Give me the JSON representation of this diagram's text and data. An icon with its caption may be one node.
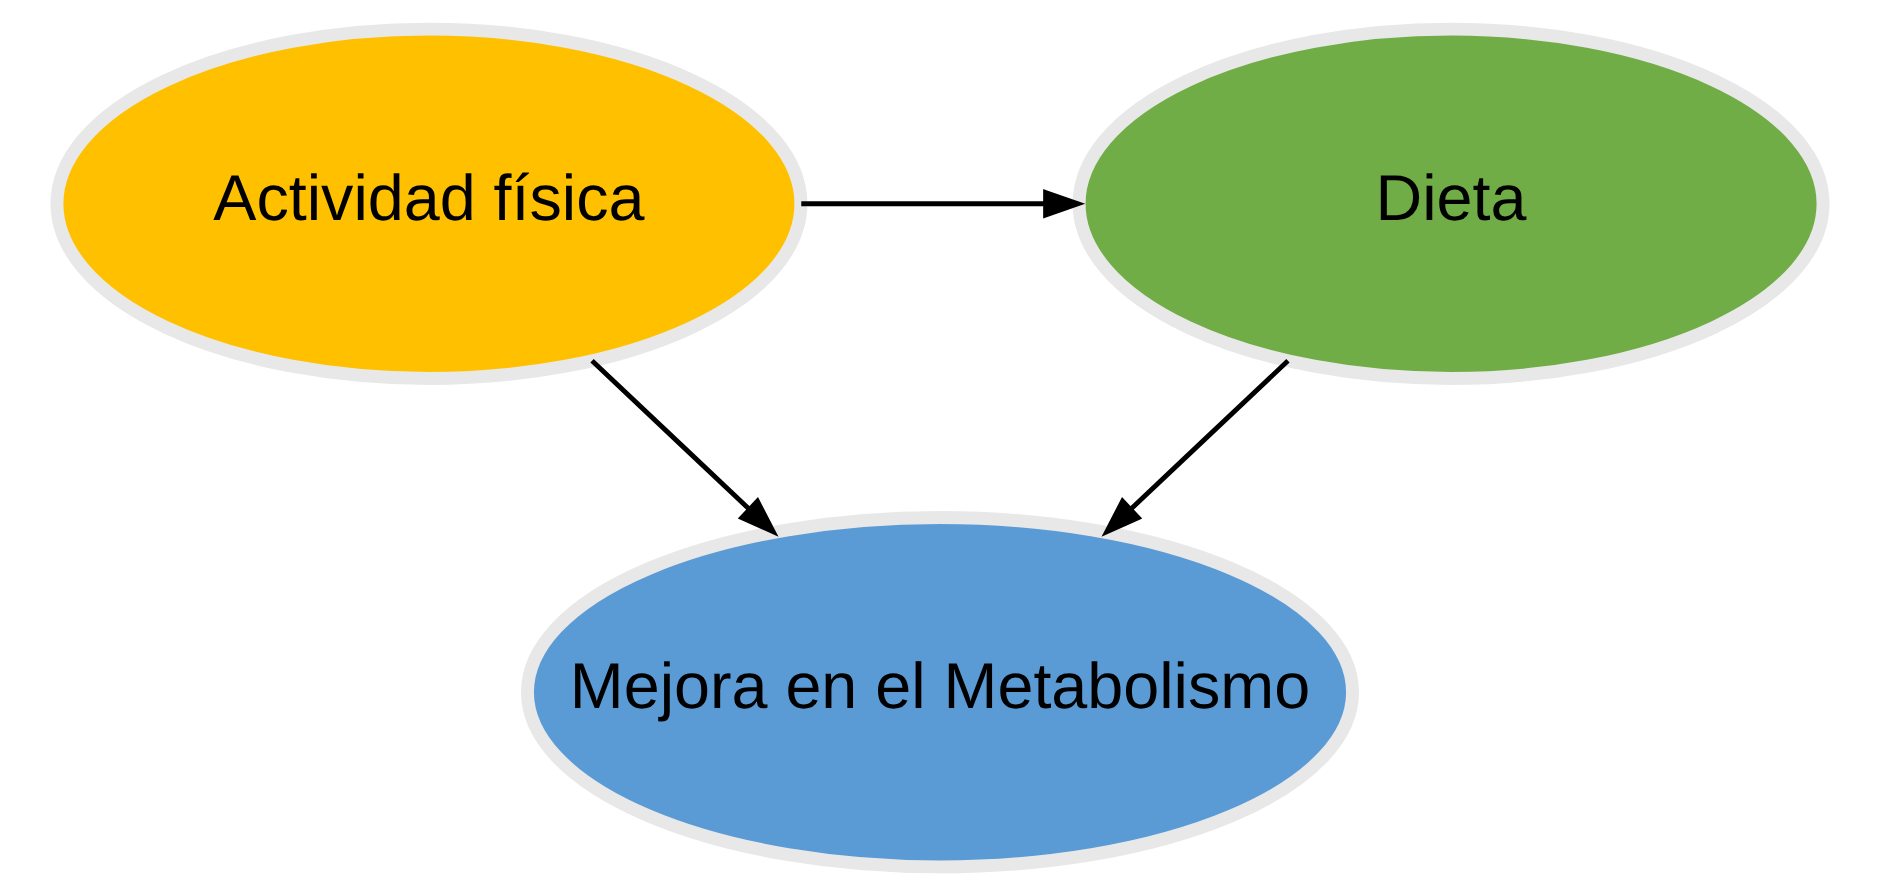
{
  "diagram": {
    "nodes": [
      {
        "text": [
          "Actividad física"
        ]
      },
      {
        "text": [
          "Dieta"
        ]
      },
      {
        "text": [
          "Mejora en el Metabolismo"
        ]
      }
    ],
    "edges": [
      {
        "from": 0,
        "to": 1,
        "arrow": "to"
      },
      {
        "from": 0,
        "to": 2,
        "arrow": "to"
      },
      {
        "from": 1,
        "to": 2,
        "arrow": "to"
      }
    ]
  }
}
